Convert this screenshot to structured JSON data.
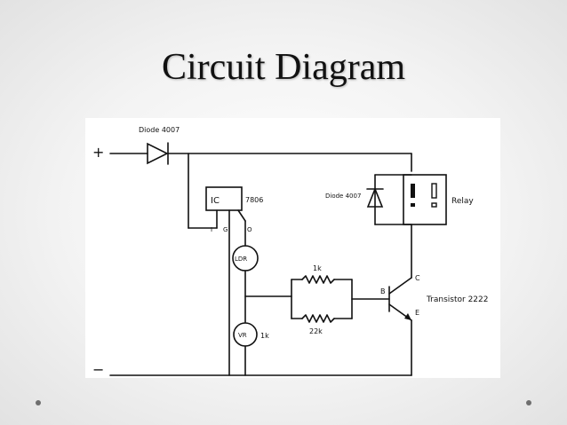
{
  "slide": {
    "title": "Circuit Diagram"
  },
  "diagram": {
    "labels": {
      "plus": "+",
      "minus": "−",
      "diode_top": "Diode 4007",
      "ic": "IC",
      "ic_part": "7806",
      "pin_i": "I",
      "pin_g": "G",
      "pin_o": "O",
      "ldr": "LDR",
      "vr": "VR",
      "vr_value": "1k",
      "res_top": "1k",
      "res_bottom": "22k",
      "diode_relay": "Diode 4007",
      "relay": "Relay",
      "pin_b": "B",
      "pin_c": "C",
      "pin_e": "E",
      "transistor": "Transistor 2222"
    }
  }
}
